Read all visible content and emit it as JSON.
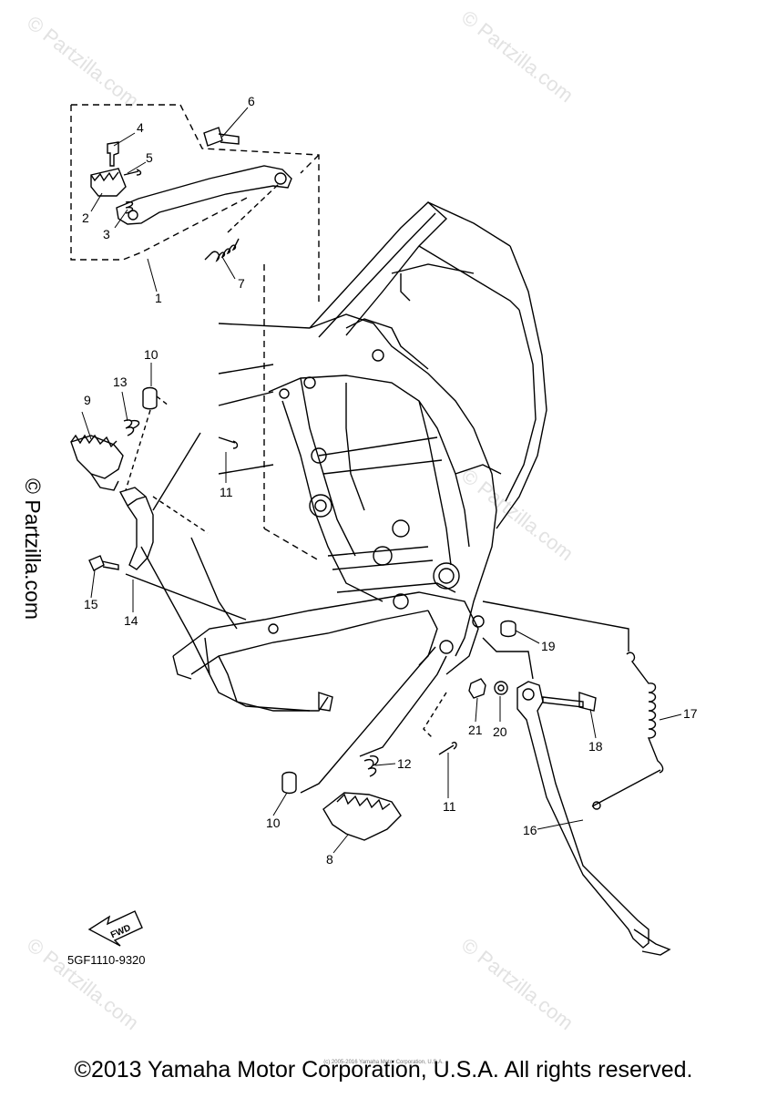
{
  "diagram": {
    "part_labels": {
      "p1": "1",
      "p2": "2",
      "p3": "3",
      "p4": "4",
      "p5": "5",
      "p6": "6",
      "p7": "7",
      "p8": "8",
      "p9": "9",
      "p10a": "10",
      "p10b": "10",
      "p11a": "11",
      "p11b": "11",
      "p12": "12",
      "p13": "13",
      "p14": "14",
      "p15": "15",
      "p16": "16",
      "p17": "17",
      "p18": "18",
      "p19": "19",
      "p20": "20",
      "p21": "21"
    },
    "fwd_label": "FWD",
    "diagram_code": "5GF1110-9320",
    "watermark": "© Partzilla.com",
    "copyright_small": "(c) 2005-2016 Yamaha Motor Corporation, U.S.A.",
    "copyright": "©2013 Yamaha Motor Corporation, U.S.A. All rights reserved."
  }
}
